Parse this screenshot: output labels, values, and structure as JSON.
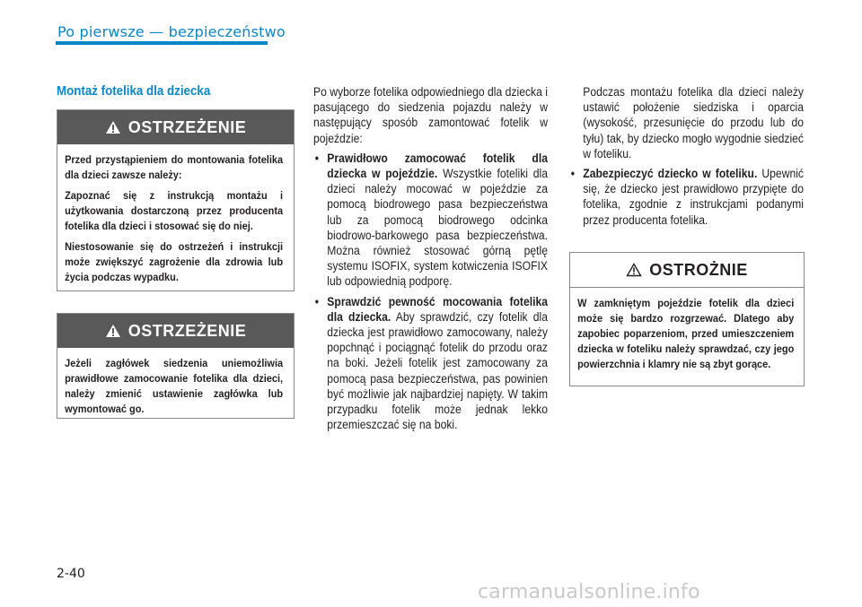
{
  "header": {
    "title": "Po pierwsze — bezpieczeństwo"
  },
  "page_number": "2-40",
  "section_heading": "Montaż fotelika dla dziecka",
  "warning_1": {
    "title": "OSTRZEŻENIE",
    "paragraphs": [
      "Przed przystąpieniem do montowania fotelika dla dzieci zawsze należy:",
      "Zapoznać się z instrukcją montażu i użytkowania dostarczoną przez producenta fotelika dla dzieci i stosować się do niej.",
      "Niestosowanie się do ostrzeżeń i instrukcji może zwiększyć zagrożenie dla zdrowia lub życia podczas wypadku."
    ]
  },
  "warning_2": {
    "title": "OSTRZEŻENIE",
    "paragraphs": [
      "Jeżeli zagłówek siedzenia uniemożliwia prawidłowe zamocowanie fotelika dla dzieci, należy zmienić ustawienie zagłówka lub wymontować go."
    ]
  },
  "middle": {
    "intro": "Po wyborze fotelika odpowiedniego dla dziecka i pasującego do siedzenia pojazdu należy w następujący sposób zamontować fotelik w pojeździe:",
    "bullet_1_lead": "Prawidłowo zamocować fotelik dla dziecka w pojeździe.",
    "bullet_1_text": " Wszystkie foteliki dla dzieci należy mocować w pojeździe za pomocą biodrowego pasa bezpieczeństwa lub za pomocą biodrowego odcinka biodrowo-barkowego pasa bezpieczeństwa. Można również stosować górną pętlę systemu ISOFIX, system kotwiczenia ISOFIX lub odpowiednią podporę.",
    "bullet_2_lead": "Sprawdzić pewność mocowania fotelika dla dziecka.",
    "bullet_2_text": " Aby sprawdzić, czy fotelik dla dziecka jest prawidłowo zamocowany, należy popchnąć i pociągnąć fotelik do przodu oraz na boki. Jeżeli fotelik jest zamocowany za pomocą pasa bezpieczeństwa, pas powinien być możliwie jak najbardziej napięty. W takim przypadku fotelik może jednak lekko przemieszczać się na boki."
  },
  "right": {
    "intro": "Podczas montażu fotelika dla dzieci należy ustawić położenie siedziska i oparcia (wysokość, przesunięcie do przodu lub do tyłu) tak, by dziecko mogło wygodnie siedzieć w foteliku.",
    "bullet_lead": "Zabezpieczyć dziecko w foteliku.",
    "bullet_text": " Upewnić się, że dziecko jest prawidłowo przypięte do fotelika, zgodnie z instrukcjami podanymi przez producenta fotelika."
  },
  "caution": {
    "title": "OSTROŻNIE",
    "paragraphs": [
      "W zamkniętym pojeździe fotelik dla dzieci może się bardzo rozgrzewać. Dlatego aby zapobiec poparzeniom, przed umieszczeniem dziecka w foteliku należy sprawdzać, czy jego powierzchnia i klamry nie są zbyt gorące."
    ]
  },
  "watermark": "carmanualsonline.info",
  "icons": {
    "warning": "warning-triangle-icon"
  },
  "colors": {
    "accent": "#0a86c9",
    "callout_header": "#595959"
  }
}
